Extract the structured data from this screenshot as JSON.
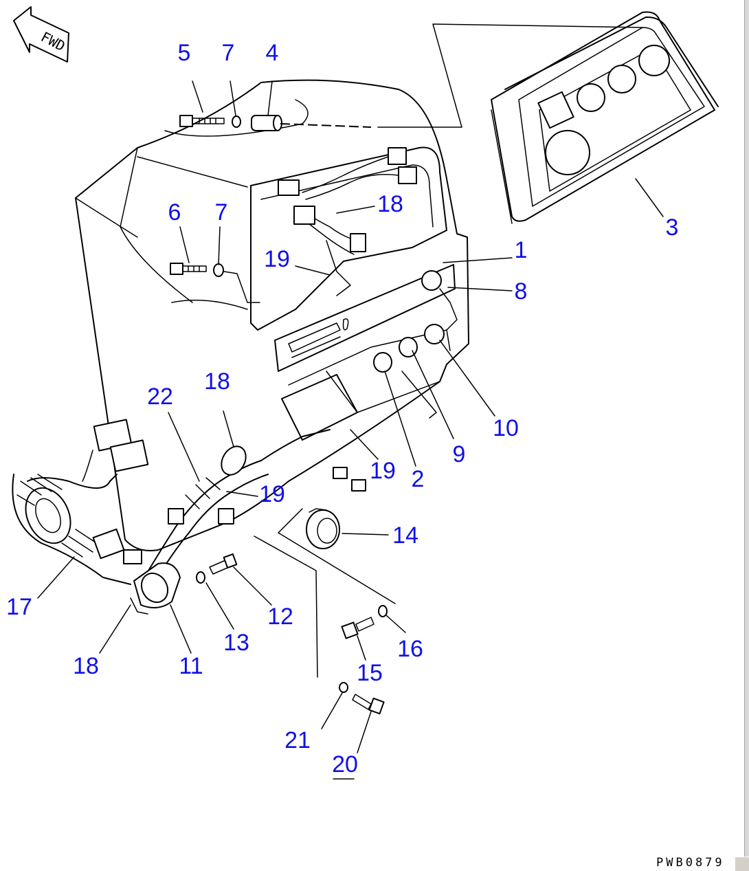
{
  "diagram": {
    "direction_label": "FWD",
    "drawing_code": "PWB0879",
    "callouts": [
      {
        "id": "1",
        "text": "1"
      },
      {
        "id": "2",
        "text": "2"
      },
      {
        "id": "3",
        "text": "3"
      },
      {
        "id": "4",
        "text": "4"
      },
      {
        "id": "5",
        "text": "5"
      },
      {
        "id": "6",
        "text": "6"
      },
      {
        "id": "7a",
        "text": "7"
      },
      {
        "id": "7b",
        "text": "7"
      },
      {
        "id": "8",
        "text": "8"
      },
      {
        "id": "9",
        "text": "9"
      },
      {
        "id": "10",
        "text": "10"
      },
      {
        "id": "11",
        "text": "11"
      },
      {
        "id": "12",
        "text": "12"
      },
      {
        "id": "13",
        "text": "13"
      },
      {
        "id": "14",
        "text": "14"
      },
      {
        "id": "15",
        "text": "15"
      },
      {
        "id": "16",
        "text": "16"
      },
      {
        "id": "17",
        "text": "17"
      },
      {
        "id": "18a",
        "text": "18"
      },
      {
        "id": "18b",
        "text": "18"
      },
      {
        "id": "18c",
        "text": "18"
      },
      {
        "id": "19a",
        "text": "19"
      },
      {
        "id": "19b",
        "text": "19"
      },
      {
        "id": "19c",
        "text": "19"
      },
      {
        "id": "20",
        "text": "20"
      },
      {
        "id": "21",
        "text": "21"
      },
      {
        "id": "22",
        "text": "22"
      }
    ]
  }
}
